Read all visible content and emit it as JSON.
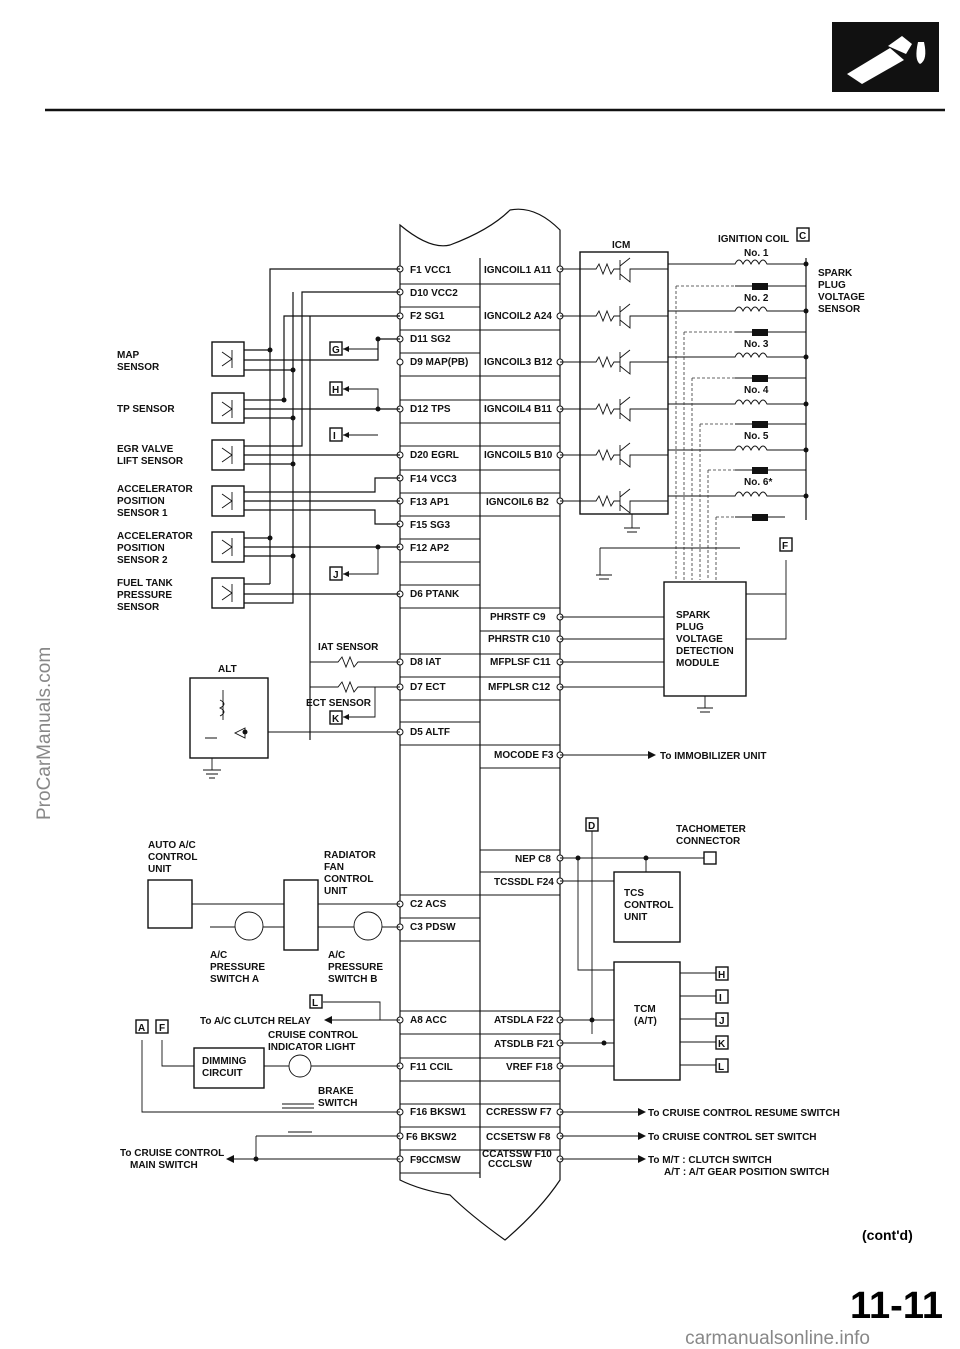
{
  "page": {
    "page_number": "11-11",
    "continued": "(cont'd)",
    "watermark_left": "ProCarManuals.com",
    "watermark_bottom": "carmanualsonline.info",
    "section_icon": "fuel-nozzle-icon"
  },
  "ecm_left_pins": [
    "F1 VCC1",
    "D10 VCC2",
    "F2 SG1",
    "D11 SG2",
    "D9 MAP(PB)",
    "D12 TPS",
    "D20 EGRL",
    "F14 VCC3",
    "F13 AP1",
    "F15 SG3",
    "F12 AP2",
    "D6 PTANK",
    "D8 IAT",
    "D7 ECT",
    "D5 ALTF",
    "C2 ACS",
    "C3 PDSW",
    "A8 ACC",
    "F11 CCIL",
    "F16 BKSW1",
    "F6 BKSW2",
    "F9CCMSW"
  ],
  "ecm_right_pins": [
    "IGNCOIL1 A11",
    "IGNCOIL2 A24",
    "IGNCOIL3 B12",
    "IGNCOIL4 B11",
    "IGNCOIL5 B10",
    "IGNCOIL6 B2",
    "PHRSTF C9",
    "PHRSTR C10",
    "MFPLSF C11",
    "MFPLSR C12",
    "MOCODE F3",
    "NEP C8",
    "TCSSDL F24",
    "ATSDLA F22",
    "ATSDLB F21",
    "VREF F18",
    "CCRESSW F7",
    "CCSETSW F8",
    "CCATSSW F10",
    "CCCLSW"
  ],
  "sensors": [
    "MAP SENSOR",
    "TP SENSOR",
    "EGR VALVE LIFT SENSOR",
    "ACCELERATOR POSITION SENSOR 1",
    "ACCELERATOR POSITION SENSOR 2",
    "FUEL TANK PRESSURE SENSOR"
  ],
  "connector_refs": [
    "G",
    "H",
    "I",
    "J",
    "K",
    "L",
    "C",
    "F",
    "D",
    "A",
    "F",
    "H",
    "I",
    "J",
    "K",
    "L"
  ],
  "labels": {
    "icm": "ICM",
    "ignition_coil": "IGNITION COIL",
    "coils": [
      "No. 1",
      "No. 2",
      "No. 3",
      "No. 4",
      "No. 5",
      "No. 6*"
    ],
    "spark_plug_voltage_sensor": "SPARK PLUG VOLTAGE SENSOR",
    "spark_module": "SPARK PLUG VOLTAGE DETECTION MODULE",
    "iat_sensor": "IAT SENSOR",
    "ect_sensor": "ECT SENSOR",
    "alt": "ALT",
    "to_immobilizer": "To IMMOBILIZER UNIT",
    "tachometer": "TACHOMETER CONNECTOR",
    "auto_ac": "AUTO A/C CONTROL UNIT",
    "radiator_fan": "RADIATOR FAN CONTROL UNIT",
    "ac_switch_a": "A/C PRESSURE SWITCH A",
    "ac_switch_b": "A/C PRESSURE SWITCH B",
    "tcs": "TCS CONTROL UNIT",
    "tcm": "TCM (A/T)",
    "to_ac_clutch": "To A/C CLUTCH RELAY",
    "cruise_indicator": "CRUISE CONTROL INDICATOR LIGHT",
    "dimming": "DIMMING CIRCUIT",
    "brake_switch": "BRAKE SWITCH",
    "to_cruise_main": "To CRUISE CONTROL MAIN SWITCH",
    "to_resume": "To CRUISE CONTROL RESUME SWITCH",
    "to_set": "To CRUISE CONTROL SET SWITCH",
    "to_clutch": "To M/T : CLUTCH SWITCH",
    "to_atgear": "A/T : A/T GEAR POSITION SWITCH"
  }
}
